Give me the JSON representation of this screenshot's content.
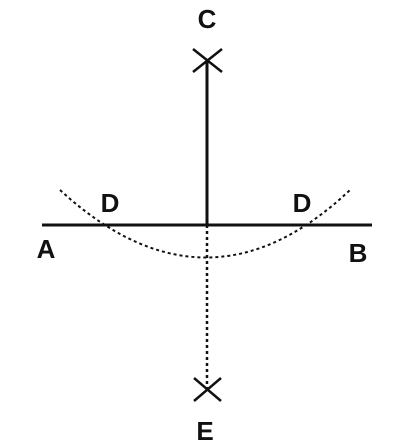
{
  "diagram": {
    "labels": {
      "a": "A",
      "b": "B",
      "c": "C",
      "d_left": "D",
      "d_right": "D",
      "e": "E"
    },
    "colors": {
      "ink": "#111111",
      "background": "#ffffff"
    }
  }
}
